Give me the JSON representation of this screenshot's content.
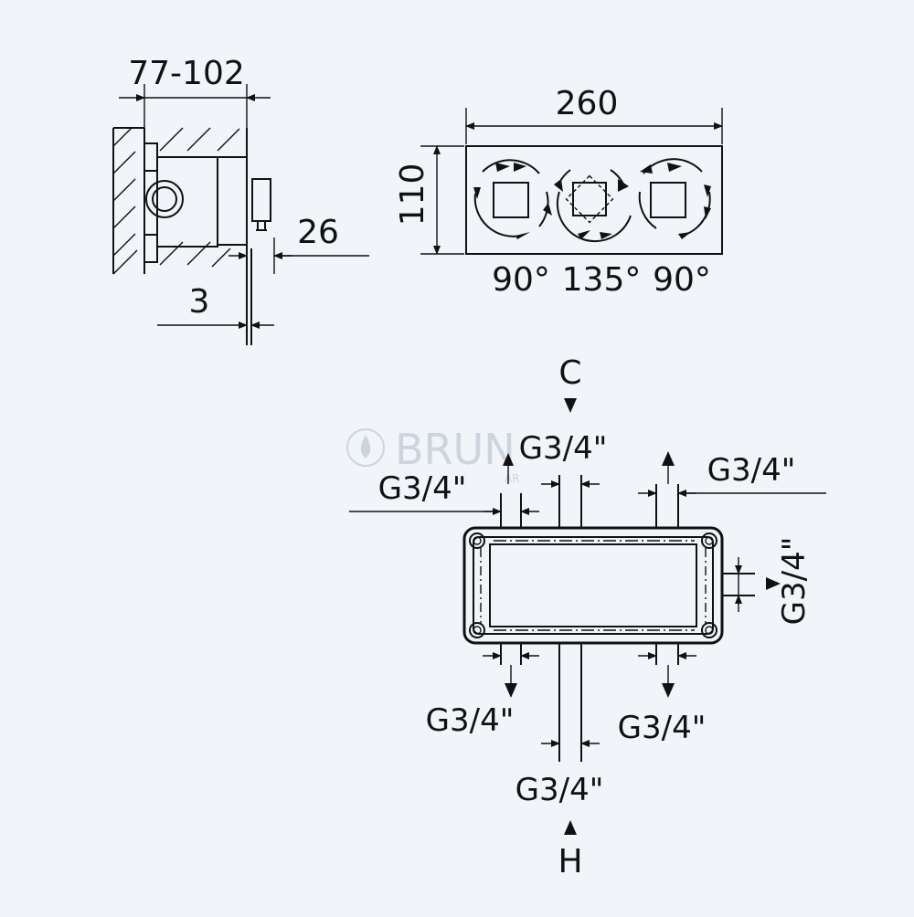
{
  "side_view": {
    "depth_dim": "77-102",
    "plate_dim": "26",
    "gap_dim": "3"
  },
  "front_view": {
    "width_dim": "260",
    "height_dim": "110",
    "rotations": [
      "90°",
      "135°",
      "90°"
    ]
  },
  "top_view": {
    "label_cold": "C",
    "label_hot": "H",
    "port_size": "G3/4\"",
    "ports": [
      "G3/4\"",
      "G3/4\"",
      "G3/4\"",
      "G3/4\"",
      "G3/4\"",
      "G3/4\"",
      "G3/4\""
    ]
  },
  "watermark": {
    "brand": "BRUN",
    "sub": "AR"
  },
  "colors": {
    "background": "#f1f4f8",
    "line": "#111111",
    "watermark": "#c9d2dc"
  }
}
